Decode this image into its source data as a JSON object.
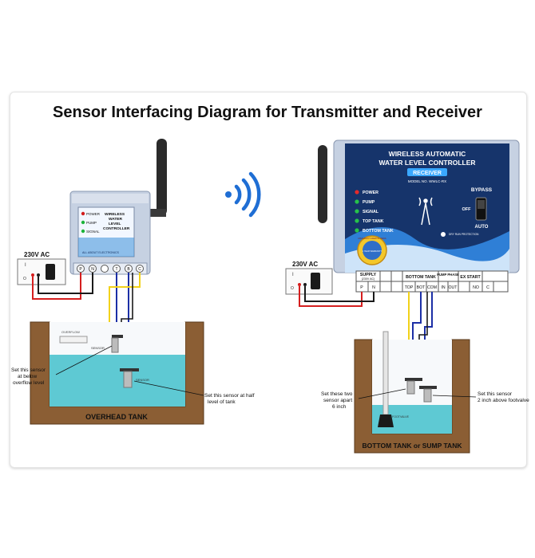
{
  "title": "Sensor Interfacing Diagram for Transmitter and Receiver",
  "transmitter": {
    "leds": [
      "POWER",
      "PUMP",
      "SIGNAL"
    ],
    "label_lines": [
      "WIRELESS",
      "WATER",
      "LEVEL",
      "CONTROLLER"
    ],
    "brand": "ALL ABOUT ELECTRONICS"
  },
  "receiver": {
    "title_line1": "WIRELESS AUTOMATIC",
    "title_line2": "WATER LEVEL CONTROLLER",
    "badge": "RECEIVER",
    "model": "MODEL NO. WWLC-RX",
    "leds": [
      "POWER",
      "PUMP",
      "SIGNAL",
      "TOP TANK",
      "BOTTOM TANK"
    ],
    "bypass": "BYPASS",
    "off": "OFF",
    "auto": "AUTO",
    "seal_text": "MANUFACTURED IN INDIA",
    "seal_sub": "1 YEAR WARRANTY",
    "dry_run": "DRY RUN PROTECTION"
  },
  "terminals_rx": {
    "supply": "SUPPLY",
    "supply_sub": "(230V AC)",
    "p": "P",
    "n": "N",
    "bottom_tank": "BOTTOM TANK",
    "top": "TOP",
    "bot": "BOT",
    "com": "COM",
    "pump_phase": "PUMP PHASE",
    "in": "IN",
    "out": "OUT",
    "ex_start": "EX START",
    "no": "NO",
    "c": "C"
  },
  "tx_terminals": [
    "P",
    "N",
    "",
    "T",
    "B",
    "C"
  ],
  "ac_label_left": "230V AC",
  "ac_label_right": "230V AC",
  "switch_left": {
    "top": "I",
    "bottom": "O"
  },
  "switch_right": {
    "top": "I",
    "bottom": "O"
  },
  "overhead_tank": {
    "label": "OVERHEAD TANK",
    "overflow_pipe": "OVERFLOW",
    "sensor_top_tag": "SENSOR",
    "sensor_bottom_tag": "SENSOR",
    "annotation_left": [
      "Set this sensor",
      "at below",
      "overflow level"
    ],
    "annotation_right": [
      "Set this sensor at half",
      "level of tank"
    ]
  },
  "sump_tank": {
    "label": "BOTTOM TANK or SUMP TANK",
    "footvalve_tag": "FOOTVALVE",
    "annotation_left": [
      "Set these two",
      "sensor apart",
      "6 inch"
    ],
    "annotation_right": [
      "Set this sensor",
      "2 inch above footvalve"
    ]
  },
  "colors": {
    "enclosure_tx": "#c9d3e3",
    "panel_dark": "#16346b",
    "water": "#5ec9d3",
    "soil": "#8b5e34",
    "wire_yellow": "#f2d21b",
    "wire_blue": "#1c2fa6",
    "wire_red": "#d51e1e",
    "wire_black": "#1a1a1a",
    "signal_blue": "#1f6ed4"
  }
}
